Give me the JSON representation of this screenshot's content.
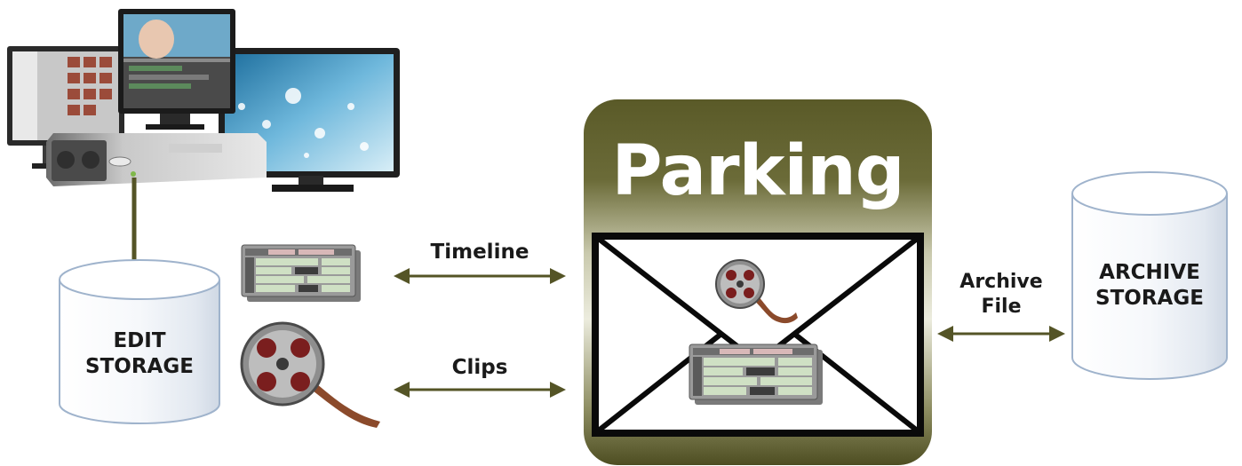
{
  "diagram": {
    "parking_title": "Parking",
    "edit_storage": {
      "line1": "EDIT",
      "line2": "STORAGE"
    },
    "archive_storage": {
      "line1": "ARCHIVE",
      "line2": "STORAGE"
    },
    "arrows": {
      "timeline": "Timeline",
      "clips": "Clips",
      "archive_file_line1": "Archive",
      "archive_file_line2": "File"
    },
    "icons": {
      "workstation": "editing-workstation-icon",
      "timeline": "timeline-icon",
      "film_reel": "film-reel-icon",
      "envelope": "envelope-icon"
    },
    "colors": {
      "parking_top": "#5a5a28",
      "parking_bottom": "#e8e8d8",
      "arrow": "#545426",
      "cylinder_stroke": "#9fb3cc"
    }
  }
}
